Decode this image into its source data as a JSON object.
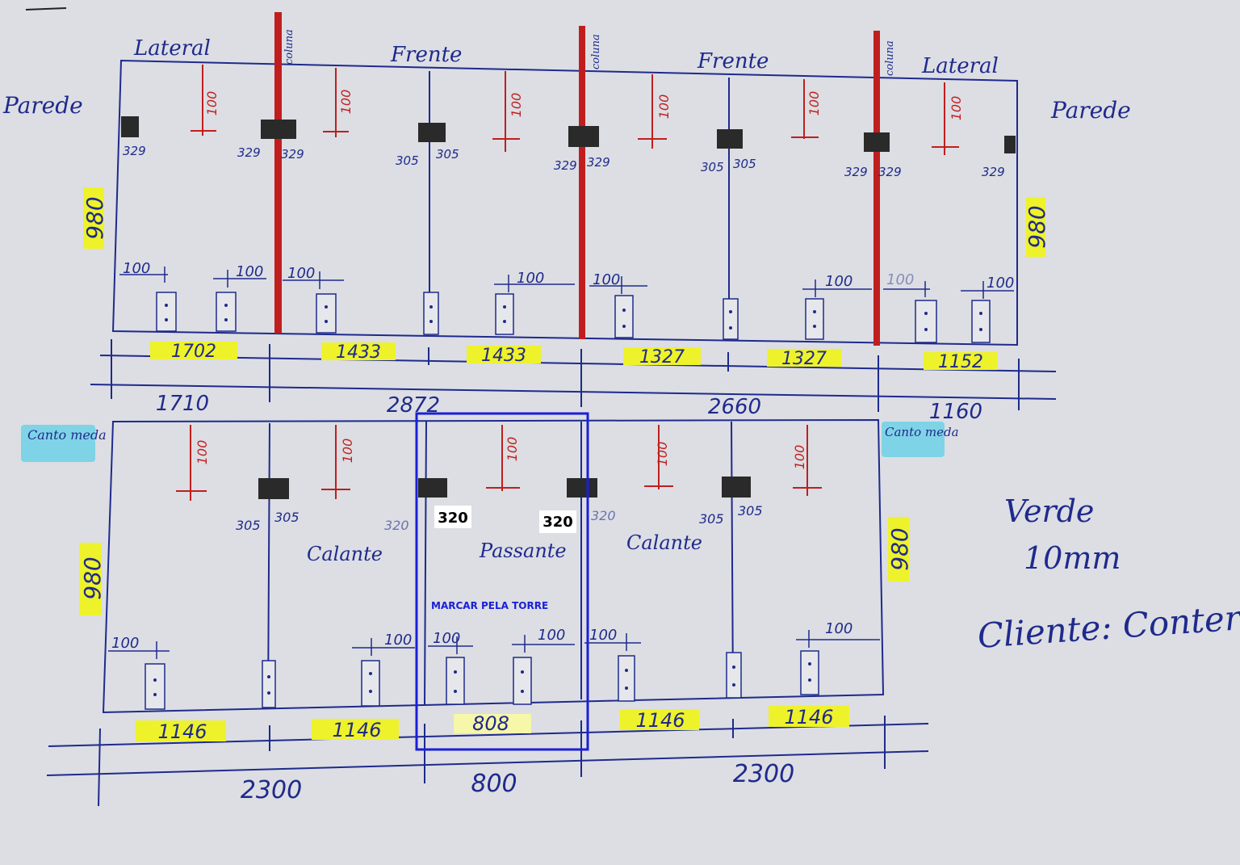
{
  "top_plan": {
    "labels": {
      "lateral_left": "Lateral",
      "frente_1": "Frente",
      "frente_2": "Frente",
      "lateral_right": "Lateral",
      "parede_left": "Parede",
      "parede_right": "Parede",
      "coluna_1": "coluna",
      "coluna_2": "coluna",
      "coluna_3": "coluna",
      "height_left": "980",
      "height_right": "980"
    },
    "red_marks": [
      "100",
      "100",
      "100",
      "100",
      "100",
      "100"
    ],
    "hinge_values": [
      "329",
      "329",
      "329",
      "305",
      "305",
      "329",
      "329",
      "305",
      "305",
      "329",
      "329",
      "329"
    ],
    "handle_offsets": [
      "100",
      "100",
      "100",
      "100",
      "100",
      "100",
      "100",
      "100"
    ],
    "panel_widths": [
      "1702",
      "1433",
      "1433",
      "1327",
      "1327",
      "1152"
    ],
    "bay_totals": [
      "1710",
      "2872",
      "2660",
      "1160"
    ]
  },
  "bottom_plan": {
    "labels": {
      "canto_left": "Canto meda",
      "canto_right": "Canto meda",
      "calante_1": "Calante",
      "passante": "Passante",
      "calante_2": "Calante",
      "height_left": "980",
      "height_right": "980"
    },
    "red_marks": [
      "100",
      "100",
      "100",
      "100",
      "100"
    ],
    "hinge_values": [
      "305",
      "305",
      "320",
      "320",
      "305",
      "305"
    ],
    "boxed_values": [
      "320",
      "320"
    ],
    "handle_offsets": [
      "100",
      "100",
      "100",
      "100",
      "100",
      "100"
    ],
    "panel_widths": [
      "1146",
      "1146",
      "808",
      "1146",
      "1146"
    ],
    "bay_totals": [
      "2300",
      "800",
      "2300"
    ],
    "tower_note": "MARCAR PELA TORRE"
  },
  "notes": {
    "line1": "Verde",
    "line2": "10mm",
    "line3": "Cliente: Conterrâneo"
  },
  "colors": {
    "ink": "#1f2a8c",
    "column": "#c01e1e",
    "highlight": "#eef22a",
    "tag": "#7fd3e6",
    "overlay_box": "#1a20d8"
  }
}
